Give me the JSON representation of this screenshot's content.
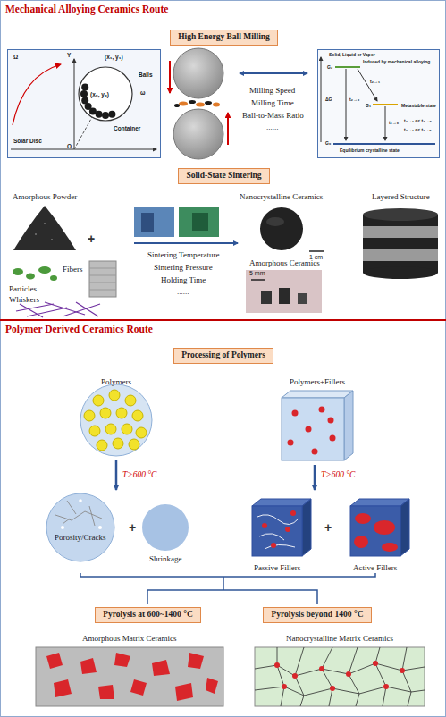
{
  "diagram": {
    "nodes": [
      {
        "text": [
          "Mechanical Alloying Ceramics Route"
        ]
      },
      {
        "text": [
          "High Energy Ball Milling"
        ],
        "in": 0
      },
      {
        "text": [
          "Ω",
          "Y",
          "(x₁, y₁)",
          "Balls",
          "(x₀, y₀)",
          "ω",
          "Container",
          "O",
          "Solar Disc"
        ],
        "in": 0
      },
      {
        "text": [
          "Solid, Liquid or Vapor",
          "G₂",
          "Induced by mechanical alloying",
          "t₂→₁",
          "t₂→₀",
          "ΔG",
          "G₁",
          "Metastable state",
          "t₁→₀",
          "t₂→₁ << t₂→₀",
          "t₂→₁ << t₁→₀",
          "G₀",
          "Equilibrium crystalline state"
        ],
        "in": 0
      },
      {
        "text": [
          "Solid-State Sintering"
        ],
        "in": 0
      },
      {
        "text": [
          "Polymer Derived Ceramics Route"
        ]
      },
      {
        "text": [
          "Processing of Polymers"
        ],
        "in": 5
      },
      {
        "text": [
          "Pyrolysis at 600~1400 °C"
        ],
        "in": 5
      },
      {
        "text": [
          "Pyrolysis beyond 1400 °C"
        ],
        "in": 5
      }
    ],
    "labels": [
      "Milling Speed",
      "Milling Time",
      "Ball-to-Mass Ratio",
      "......",
      "Amorphous Powder",
      "+",
      "Particles",
      "Fibers",
      "Whiskers",
      "Sintering Temperature",
      "Sintering Pressure",
      "Holding Time",
      "......",
      "Nanocrystalline Ceramics",
      "1 cm",
      "Amorphous Ceramics",
      "5 mm",
      "Layered Structure",
      "Polymers",
      "Polymers+Fillers",
      "T>600 °C",
      "T>600 °C",
      "Porosity/Cracks",
      "+",
      "Shrinkage",
      "Passive Fillers",
      "+",
      "Active Fillers",
      "Amorphous Matrix Ceramics",
      "Nanocrystalline Matrix Ceramics"
    ]
  }
}
